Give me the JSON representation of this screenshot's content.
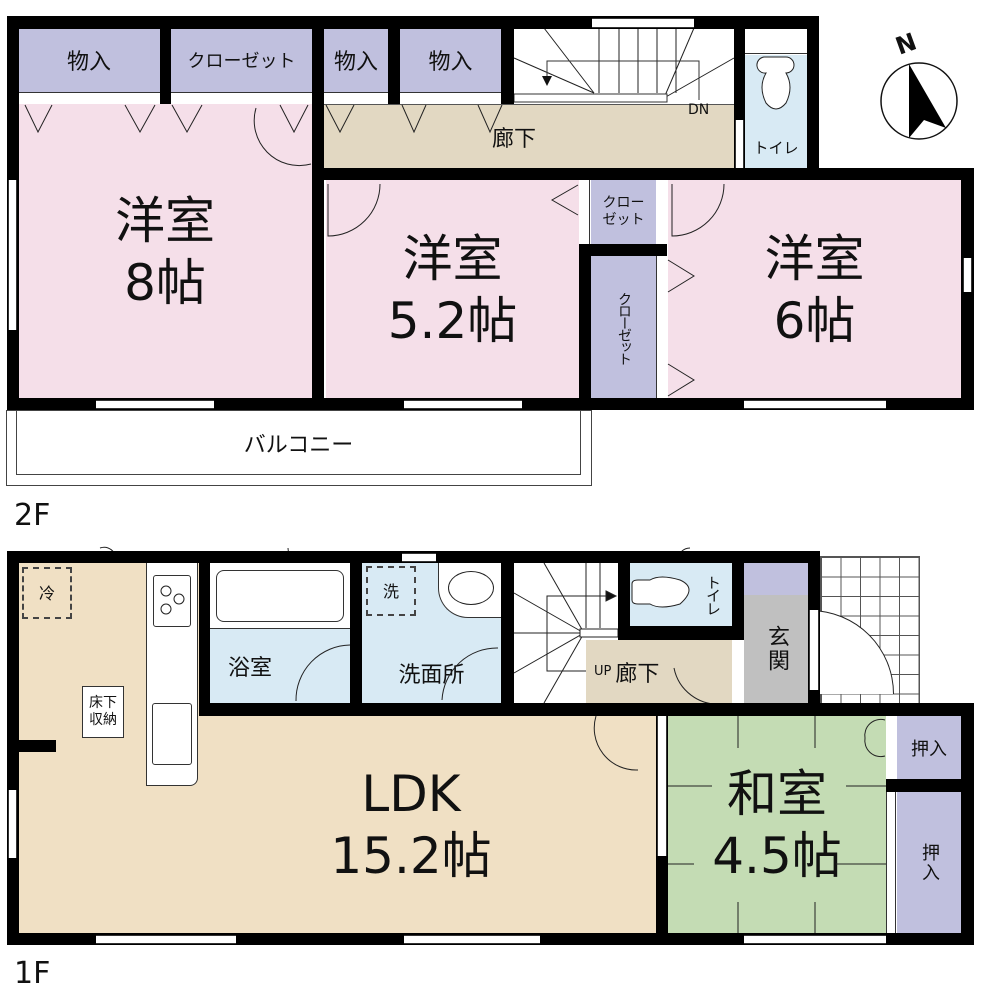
{
  "floor2": {
    "label": "2F",
    "rooms": {
      "storage1": "物入",
      "closet_top": "クローゼット",
      "storage2": "物入",
      "storage3": "物入",
      "hallway": "廊下",
      "stairs_dn": "DN",
      "toilet": "トイレ",
      "western8_name": "洋室",
      "western8_size": "8帖",
      "western52_name": "洋室",
      "western52_size": "5.2帖",
      "closet_small_l1": "クロー",
      "closet_small_l2": "ゼット",
      "closet_tall": "クローゼット",
      "western6_name": "洋室",
      "western6_size": "6帖",
      "balcony": "バルコニー"
    }
  },
  "floor1": {
    "label": "1F",
    "rooms": {
      "fridge": "冷",
      "underfloor_l1": "床下",
      "underfloor_l2": "収納",
      "bath": "浴室",
      "washer": "洗",
      "washroom": "洗面所",
      "toilet": "トイレ",
      "stairs_up": "UP",
      "hallway": "廊下",
      "entrance": "玄関",
      "ldk_name": "LDK",
      "ldk_size": "15.2帖",
      "japanese_name": "和室",
      "japanese_size": "4.5帖",
      "oshiire1": "押入",
      "oshiire2": "押入"
    }
  },
  "compass": {
    "label": "N"
  },
  "colors": {
    "western_room": "#f5dfe9",
    "storage": "#c0c0de",
    "hallway": "#e2d8c2",
    "wet_area": "#d8eaf4",
    "ldk": "#f0e0c4",
    "japanese_room": "#c4dcb4",
    "entrance": "#c0c0c0",
    "wall": "#000000"
  }
}
